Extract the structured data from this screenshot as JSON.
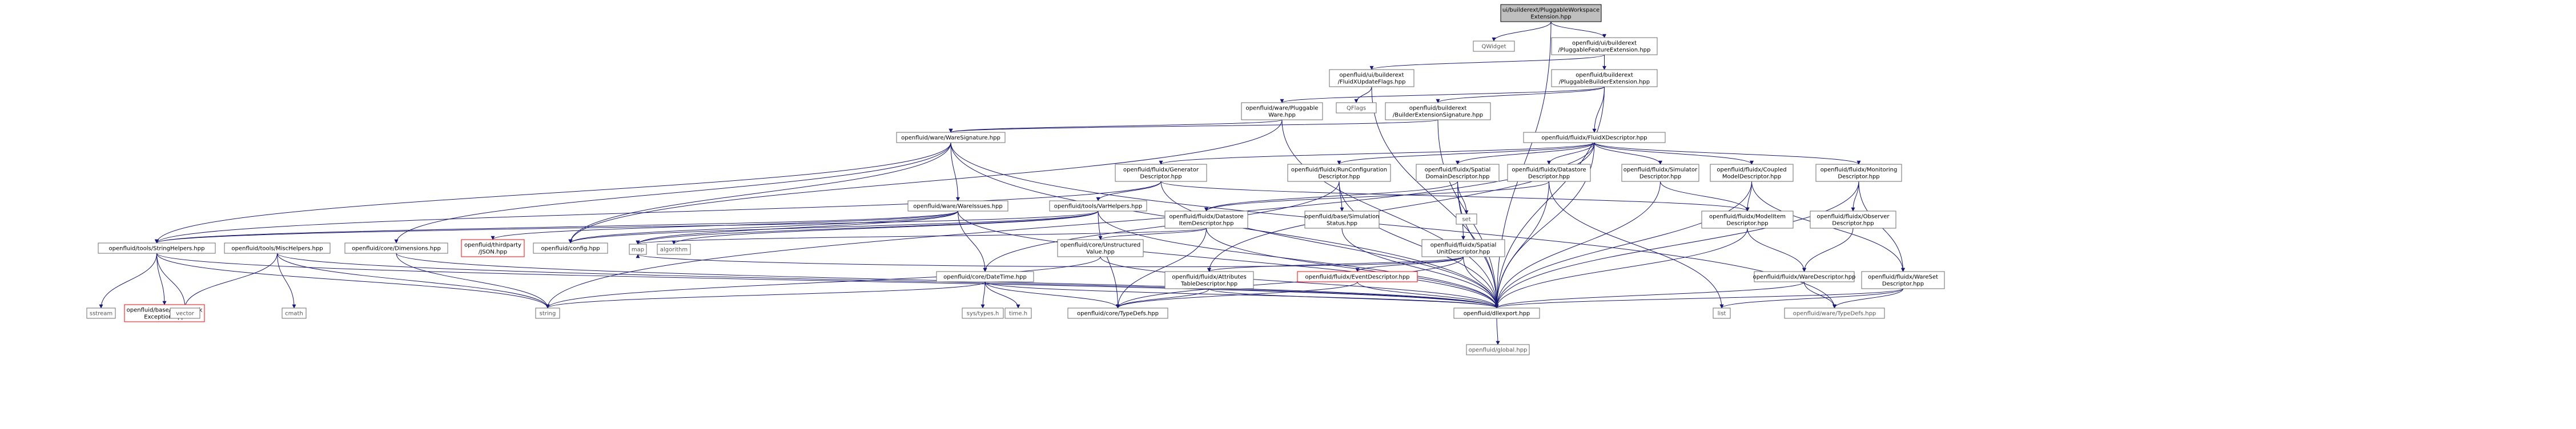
{
  "diagram": {
    "nodes": [
      {
        "id": "root",
        "lines": [
          "ui/builderext/PluggableWorkspace",
          "Extension.hpp"
        ]
      },
      {
        "id": "qwidget",
        "lines": [
          "QWidget"
        ]
      },
      {
        "id": "pfeature",
        "lines": [
          "openfluid/ui/builderext",
          "/PluggableFeatureExtension.hpp"
        ]
      },
      {
        "id": "fluidx_upd",
        "lines": [
          "openfluid/ui/builderext",
          "/FluidXUpdateFlags.hpp"
        ]
      },
      {
        "id": "pbuilder",
        "lines": [
          "openfluid/builderext",
          "/PluggableBuilderExtension.hpp"
        ]
      },
      {
        "id": "qflags",
        "lines": [
          "QFlags"
        ]
      },
      {
        "id": "pluggableware",
        "lines": [
          "openfluid/ware/Pluggable",
          "Ware.hpp"
        ]
      },
      {
        "id": "bext_sig",
        "lines": [
          "openfluid/builderext",
          "/BuilderExtensionSignature.hpp"
        ]
      },
      {
        "id": "fluidx_desc",
        "lines": [
          "openfluid/fluidx/FluidXDescriptor.hpp"
        ]
      },
      {
        "id": "ware_sig",
        "lines": [
          "openfluid/ware/WareSignature.hpp"
        ]
      },
      {
        "id": "gen_desc",
        "lines": [
          "openfluid/fluidx/Generator",
          "Descriptor.hpp"
        ]
      },
      {
        "id": "run_conf",
        "lines": [
          "openfluid/fluidx/RunConfiguration",
          "Descriptor.hpp"
        ]
      },
      {
        "id": "spatial_dom",
        "lines": [
          "openfluid/fluidx/Spatial",
          "DomainDescriptor.hpp"
        ]
      },
      {
        "id": "ds_desc",
        "lines": [
          "openfluid/fluidx/Datastore",
          "Descriptor.hpp"
        ]
      },
      {
        "id": "sim_desc",
        "lines": [
          "openfluid/fluidx/Simulator",
          "Descriptor.hpp"
        ]
      },
      {
        "id": "coupled",
        "lines": [
          "openfluid/fluidx/Coupled",
          "ModelDescriptor.hpp"
        ]
      },
      {
        "id": "monitoring",
        "lines": [
          "openfluid/fluidx/Monitoring",
          "Descriptor.hpp"
        ]
      },
      {
        "id": "ware_issues",
        "lines": [
          "openfluid/ware/WareIssues.hpp"
        ]
      },
      {
        "id": "varhelpers",
        "lines": [
          "openfluid/tools/VarHelpers.hpp"
        ]
      },
      {
        "id": "ds_item",
        "lines": [
          "openfluid/fluidx/Datastore",
          "ItemDescriptor.hpp"
        ]
      },
      {
        "id": "sim_status",
        "lines": [
          "openfluid/base/Simulation",
          "Status.hpp"
        ]
      },
      {
        "id": "set",
        "lines": [
          "set"
        ]
      },
      {
        "id": "spatial_unit",
        "lines": [
          "openfluid/fluidx/Spatial",
          "UnitDescriptor.hpp"
        ]
      },
      {
        "id": "model_item",
        "lines": [
          "openfluid/fluidx/ModelItem",
          "Descriptor.hpp"
        ]
      },
      {
        "id": "observer",
        "lines": [
          "openfluid/fluidx/Observer",
          "Descriptor.hpp"
        ]
      },
      {
        "id": "strhelpers",
        "lines": [
          "openfluid/tools/StringHelpers.hpp"
        ]
      },
      {
        "id": "mischelpers",
        "lines": [
          "openfluid/tools/MiscHelpers.hpp"
        ]
      },
      {
        "id": "dimensions",
        "lines": [
          "openfluid/core/Dimensions.hpp"
        ]
      },
      {
        "id": "json",
        "lines": [
          "openfluid/thirdparty",
          "/JSON.hpp"
        ]
      },
      {
        "id": "config",
        "lines": [
          "openfluid/config.hpp"
        ]
      },
      {
        "id": "map",
        "lines": [
          "map"
        ]
      },
      {
        "id": "algorithm",
        "lines": [
          "algorithm"
        ]
      },
      {
        "id": "unstructured",
        "lines": [
          "openfluid/core/Unstructured",
          "Value.hpp"
        ]
      },
      {
        "id": "datetime",
        "lines": [
          "openfluid/core/DateTime.hpp"
        ]
      },
      {
        "id": "attr_table",
        "lines": [
          "openfluid/fluidx/Attributes",
          "TableDescriptor.hpp"
        ]
      },
      {
        "id": "event_desc",
        "lines": [
          "openfluid/fluidx/EventDescriptor.hpp"
        ]
      },
      {
        "id": "ware_desc",
        "lines": [
          "openfluid/fluidx/WareDescriptor.hpp"
        ]
      },
      {
        "id": "wareset",
        "lines": [
          "openfluid/fluidx/WareSet",
          "Descriptor.hpp"
        ]
      },
      {
        "id": "sstream",
        "lines": [
          "sstream"
        ]
      },
      {
        "id": "fw_exc",
        "lines": [
          "openfluid/base/Framework",
          "Exception.hpp"
        ]
      },
      {
        "id": "vector",
        "lines": [
          "vector"
        ]
      },
      {
        "id": "cmath",
        "lines": [
          "cmath"
        ]
      },
      {
        "id": "string",
        "lines": [
          "string"
        ]
      },
      {
        "id": "systypes",
        "lines": [
          "sys/types.h"
        ]
      },
      {
        "id": "timeh",
        "lines": [
          "time.h"
        ]
      },
      {
        "id": "core_typedefs",
        "lines": [
          "openfluid/core/TypeDefs.hpp"
        ]
      },
      {
        "id": "dllexport",
        "lines": [
          "openfluid/dllexport.hpp"
        ]
      },
      {
        "id": "list",
        "lines": [
          "list"
        ]
      },
      {
        "id": "ware_typedefs",
        "lines": [
          "openfluid/ware/TypeDefs.hpp"
        ]
      },
      {
        "id": "global",
        "lines": [
          "openfluid/global.hpp"
        ]
      }
    ]
  }
}
